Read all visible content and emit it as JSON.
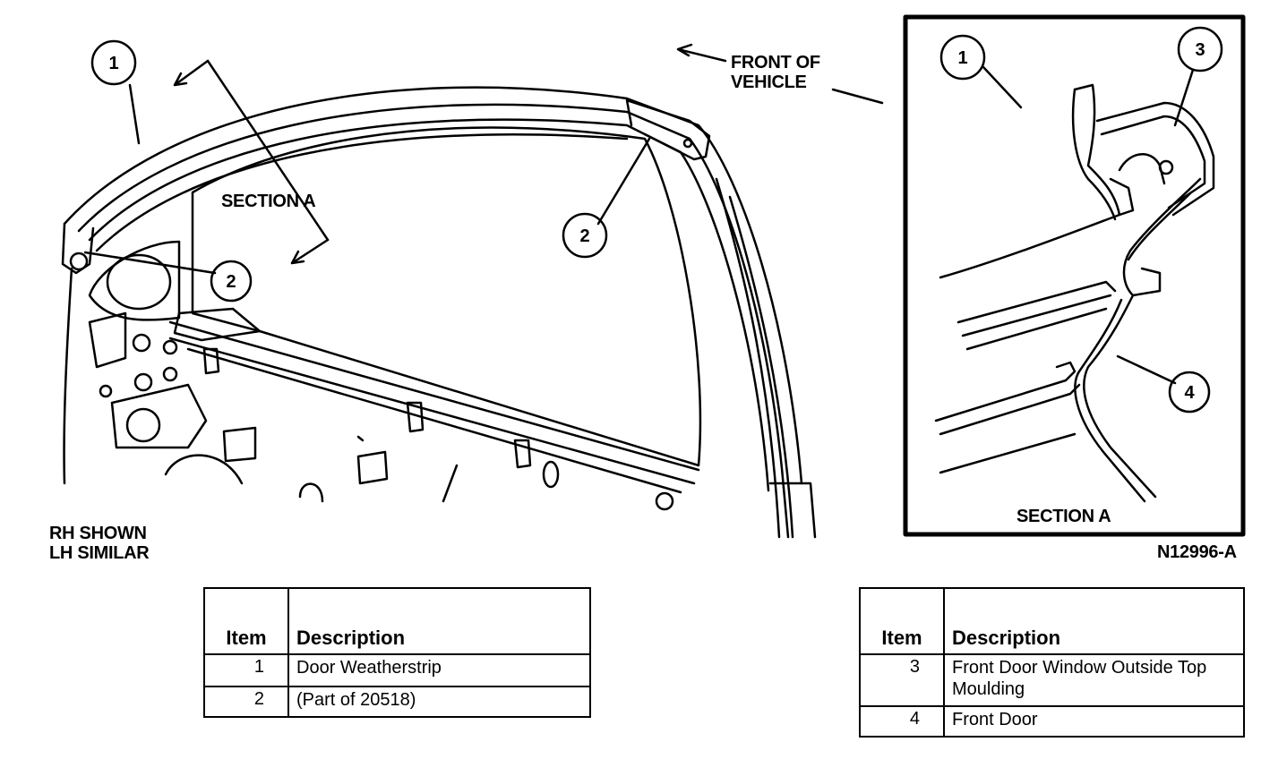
{
  "labels": {
    "front_of_vehicle_line1": "FRONT OF",
    "front_of_vehicle_line2": "VEHICLE",
    "section_a_main": "SECTION A",
    "section_a_inset": "SECTION A",
    "rh_shown": "RH SHOWN",
    "lh_similar": "LH SIMILAR",
    "figure_code": "N12996-A"
  },
  "callouts": {
    "main_1": "1",
    "main_2_left": "2",
    "main_2_right": "2",
    "inset_1": "1",
    "inset_3": "3",
    "inset_4": "4"
  },
  "table_left": {
    "headers": [
      "Item",
      "Description"
    ],
    "rows": [
      {
        "item": "1",
        "description": "Door Weatherstrip"
      },
      {
        "item": "2",
        "description": "(Part of 20518)"
      }
    ]
  },
  "table_right": {
    "headers": [
      "Item",
      "Description"
    ],
    "rows": [
      {
        "item": "3",
        "description": "Front Door Window Outside Top Moulding"
      },
      {
        "item": "4",
        "description": "Front Door"
      }
    ]
  }
}
